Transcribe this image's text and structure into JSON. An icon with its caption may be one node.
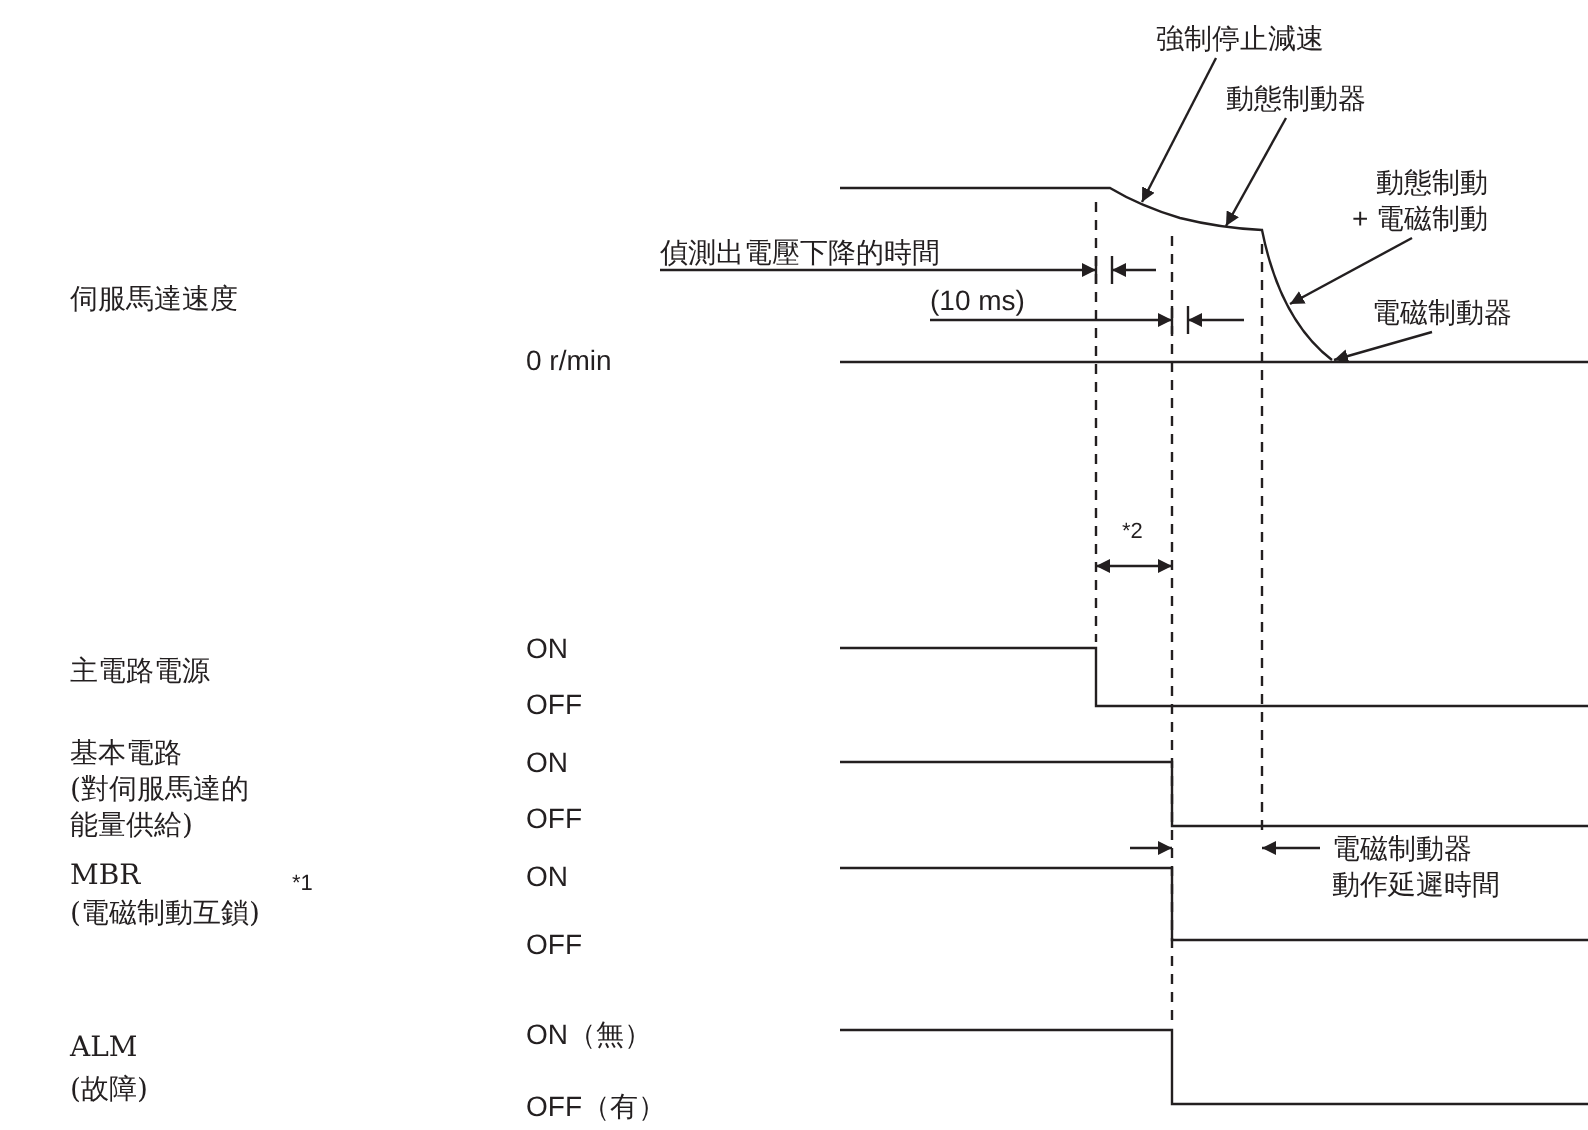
{
  "diagram": {
    "nodes": [
      {
        "text": [
          "強制停止減速"
        ]
      },
      {
        "text": [
          "動態制動器"
        ]
      },
      {
        "text": [
          "動態制動 + 電磁制動"
        ]
      },
      {
        "text": [
          "電磁制動器"
        ]
      },
      {
        "text": [],
        "shape": "curve"
      }
    ],
    "edges": [
      {
        "from": 0,
        "to": 4,
        "arrow": "to"
      },
      {
        "from": 1,
        "to": 4,
        "arrow": "to"
      },
      {
        "from": 2,
        "to": 4,
        "arrow": "to"
      },
      {
        "from": 3,
        "to": 4,
        "arrow": "to"
      }
    ],
    "labels": [
      "伺服馬達速度",
      "偵測出電壓下降的時間",
      "(10 ms)",
      "0 r/min",
      "*2",
      "主電路電源",
      "ON",
      "OFF",
      "基本電路",
      "(對伺服馬達的能量供給)",
      "ON",
      "OFF",
      "MBR",
      "(電磁制動互鎖)",
      "*1",
      "ON",
      "OFF",
      "電磁制動器動作延遲時間",
      "ALM",
      "(故障)",
      "ON（無）",
      "OFF（有）"
    ]
  }
}
